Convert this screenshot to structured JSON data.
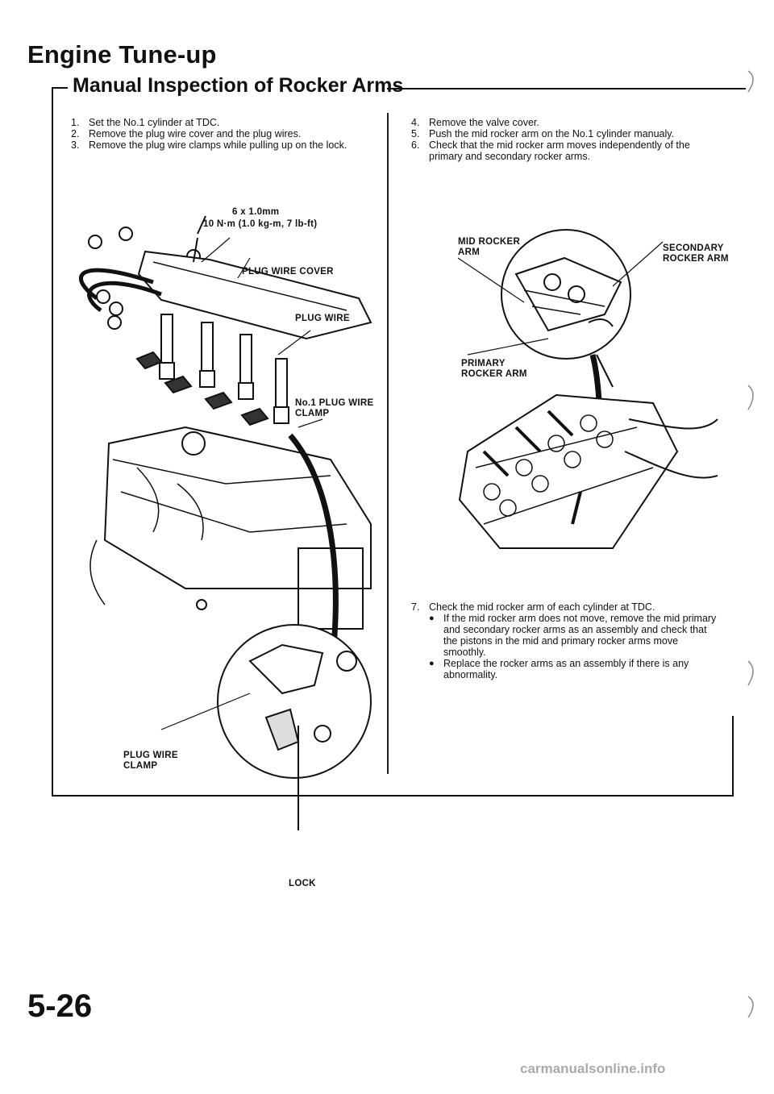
{
  "header": {
    "title": "Engine Tune-up",
    "section": "Manual Inspection of Rocker Arms"
  },
  "left_steps": [
    {
      "num": "1.",
      "text": "Set the No.1 cylinder at TDC."
    },
    {
      "num": "2.",
      "text": "Remove the plug wire cover and the plug wires."
    },
    {
      "num": "3.",
      "text": "Remove the plug wire clamps while pulling up on the lock."
    }
  ],
  "left_figure": {
    "spec_line1": "6 x 1.0mm",
    "spec_line2": "10 N·m (1.0 kg-m, 7 lb-ft)",
    "plug_wire_cover": "PLUG WIRE COVER",
    "plug_wire": "PLUG WIRE",
    "no1_clamp_line1": "No.1 PLUG WIRE",
    "no1_clamp_line2": "CLAMP",
    "clamp_line1": "PLUG WIRE",
    "clamp_line2": "CLAMP",
    "lock": "LOCK"
  },
  "right_steps": [
    {
      "num": "4.",
      "text": "Remove the valve cover."
    },
    {
      "num": "5.",
      "text": "Push the mid rocker arm on the No.1 cylinder manualy."
    },
    {
      "num": "6.",
      "text": "Check that the mid rocker arm moves independently of the primary and secondary rocker arms."
    }
  ],
  "right_figure": {
    "mid_line1": "MID ROCKER",
    "mid_line2": "ARM",
    "secondary_line1": "SECONDARY",
    "secondary_line2": "ROCKER ARM",
    "primary_line1": "PRIMARY",
    "primary_line2": "ROCKER ARM"
  },
  "step7": {
    "num": "7.",
    "text": "Check the mid rocker arm of each cylinder at TDC.",
    "bullets": [
      "If the mid rocker arm does not move, remove the mid primary and secondary rocker arms as an assembly and check that the pistons in the mid and primary rocker arms move smoothly.",
      "Replace the rocker arms as an assembly if there is any abnormality."
    ]
  },
  "page_number": "5-26",
  "footer": "carmanualsonline.info"
}
